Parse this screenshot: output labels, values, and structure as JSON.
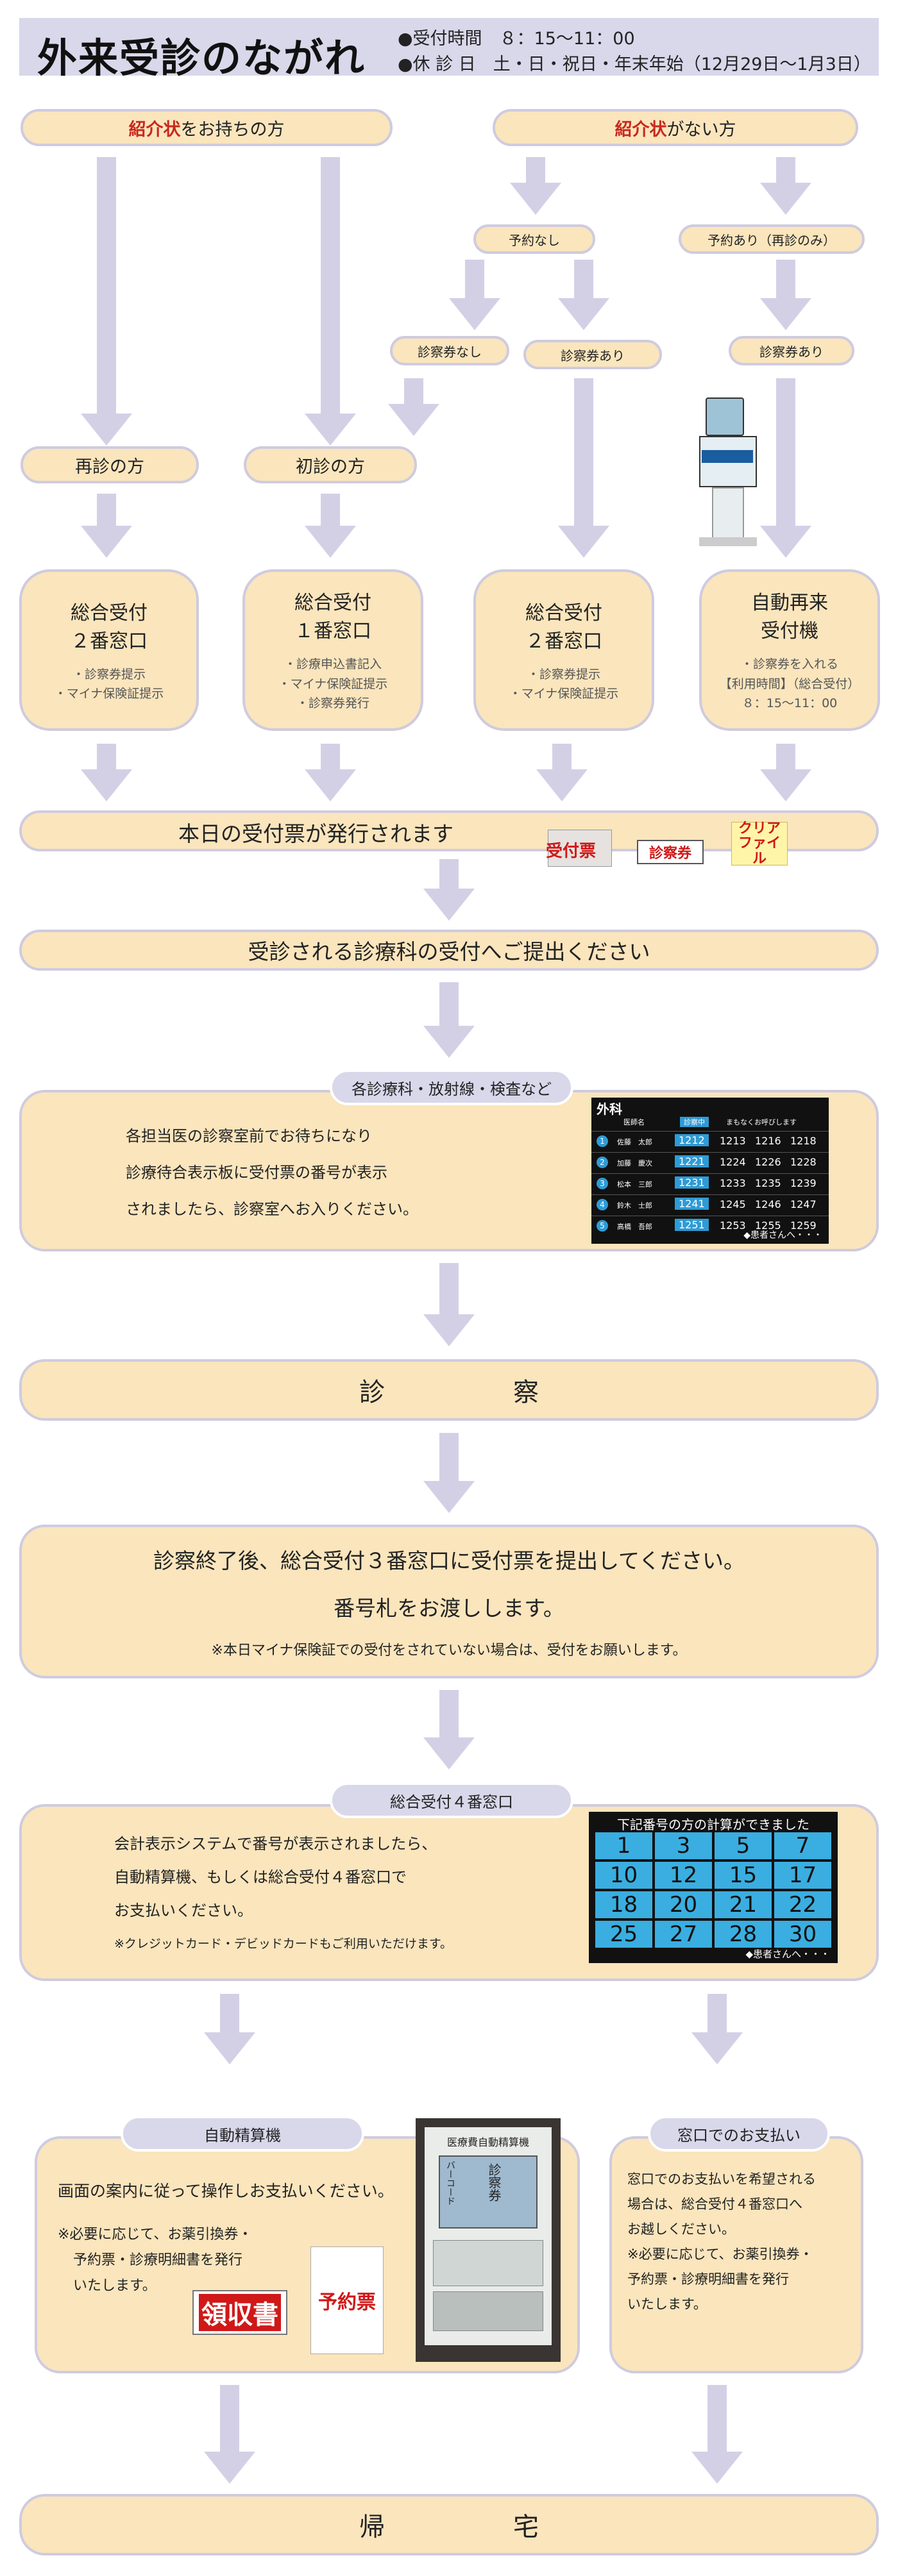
{
  "header": {
    "title": "外来受診のながれ",
    "hours_label": "●受付時間　８：15～11：00",
    "closed_label": "●休 診 日　土・日・祝日・年末年始（12月29日～1月3日）"
  },
  "top": {
    "with_referral_red": "紹介状",
    "with_referral_rest": "をお持ちの方",
    "without_referral_red": "紹介状",
    "without_referral_rest": "がない方",
    "no_reservation": "予約なし",
    "reservation_revisit": "予約あり（再診のみ）",
    "no_card": "診察券なし",
    "has_card_1": "診察券あり",
    "has_card_2": "診察券あり",
    "revisit": "再診の方",
    "first_visit": "初診の方"
  },
  "windows": [
    {
      "title": "総合受付",
      "sub": "２番窓口",
      "notes": [
        "・診察券提示",
        "・マイナ保険証提示"
      ]
    },
    {
      "title": "総合受付",
      "sub": "１番窓口",
      "notes": [
        "・診療申込書記入",
        "・マイナ保険証提示",
        "・診察券発行"
      ]
    },
    {
      "title": "総合受付",
      "sub": "２番窓口",
      "notes": [
        "・診察券提示",
        "・マイナ保険証提示"
      ]
    },
    {
      "title": "自動再来",
      "sub": "受付機",
      "notes": [
        "・診察券を入れる",
        "【利用時間】（総合受付）",
        "８：15～11：00"
      ]
    }
  ],
  "ticket_issued": "本日の受付票が発行されます",
  "icons": {
    "ticket": "受付票",
    "card": "診察券",
    "file_top": "クリア",
    "file_bottom": "ファイル"
  },
  "submit_department": "受診される診療科の受付へご提出ください",
  "departments": {
    "tab": "各診療科・放射線・検査など",
    "lines": [
      "各担当医の診察室前でお待ちになり",
      "診療待合表示板に受付票の番号が表示",
      "されましたら、診察室へお入りください。"
    ],
    "board_title": "外科",
    "board_head": [
      "医師名",
      "診察中",
      "まもなくお呼びします"
    ],
    "board_rows": [
      {
        "no": "1",
        "doctor": "佐藤　太郎",
        "now": "1212",
        "next": [
          "1213",
          "1216",
          "1218"
        ]
      },
      {
        "no": "2",
        "doctor": "加藤　慶次",
        "now": "1221",
        "next": [
          "1224",
          "1226",
          "1228"
        ]
      },
      {
        "no": "3",
        "doctor": "松本　三郎",
        "now": "1231",
        "next": [
          "1233",
          "1235",
          "1239"
        ]
      },
      {
        "no": "4",
        "doctor": "鈴木　士郎",
        "now": "1241",
        "next": [
          "1245",
          "1246",
          "1247"
        ]
      },
      {
        "no": "5",
        "doctor": "高橋　吾郎",
        "now": "1251",
        "next": [
          "1253",
          "1255",
          "1259"
        ]
      }
    ],
    "board_footer": "◆患者さんへ・・・"
  },
  "exam": "診　　　　　察",
  "after_exam": {
    "line1": "診察終了後、総合受付３番窓口に受付票を提出してください。",
    "line2": "番号札をお渡しします。",
    "note": "※本日マイナ保険証での受付をされていない場合は、受付をお願いします。"
  },
  "payment": {
    "tab": "総合受付４番窓口",
    "lines": [
      "会計表示システムで番号が表示されましたら、",
      "自動精算機、もしくは総合受付４番窓口で",
      "お支払いください。"
    ],
    "note": "※クレジットカード・デビッドカードもご利用いただけます。",
    "board_title": "下記番号の方の計算ができました",
    "board_numbers": [
      "1",
      "3",
      "5",
      "7",
      "10",
      "12",
      "15",
      "17",
      "18",
      "20",
      "21",
      "22",
      "25",
      "27",
      "28",
      "30"
    ],
    "board_footer": "◆患者さんへ・・・"
  },
  "auto_pay": {
    "tab": "自動精算機",
    "main": "画面の案内に従って操作しお支払いください。",
    "notes": [
      "※必要に応じて、お薬引換券・",
      "予約票・診療明細書を発行",
      "いたします。"
    ],
    "receipt": "領収書",
    "reservation": "予約票",
    "machine_label": "医療費自動精算機",
    "machine_screen": "診察券",
    "machine_side": "バーコード"
  },
  "counter_pay": {
    "tab": "窓口でのお支払い",
    "lines": [
      "窓口でのお支払いを希望される",
      "場合は、総合受付４番窓口へ",
      "お越しください。",
      "※必要に応じて、お薬引換券・",
      "予約票・診療明細書を発行",
      "いたします。"
    ]
  },
  "home": "帰　　　　　宅",
  "colors": {
    "box": "#fae5bd",
    "border": "#cfcbdf",
    "arrow": "#d3d0e6",
    "header": "#d9d7ea",
    "board": "#2e9bd6"
  }
}
